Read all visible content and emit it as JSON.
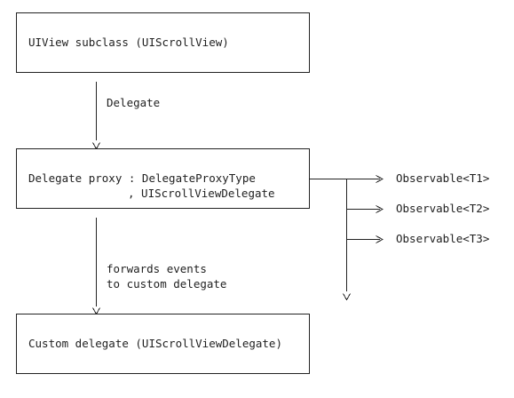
{
  "diagram": {
    "top_box_label": "UIView subclass (UIScrollView)",
    "delegate_label": "Delegate",
    "proxy_line1": "Delegate proxy : DelegateProxyType",
    "proxy_line2": ", UIScrollViewDelegate",
    "observable_t1": "Observable<T1>",
    "observable_t2": "Observable<T2>",
    "observable_t3": "Observable<T3>",
    "forwards_line1": "forwards events",
    "forwards_line2": "to custom delegate",
    "custom_box_label": "Custom delegate (UIScrollViewDelegate)"
  }
}
